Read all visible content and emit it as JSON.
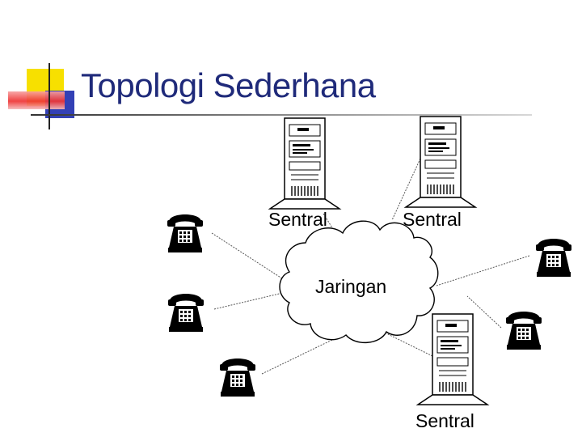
{
  "slide": {
    "title": "Topologi Sederhana",
    "title_color": "#1f2a7a"
  },
  "diagram": {
    "nodes": {
      "sentral_left": "Sentral",
      "sentral_right": "Sentral",
      "sentral_bottom": "Sentral",
      "network": "Jaringan"
    },
    "icons": {
      "server": "server-tower-icon",
      "telephone": "telephone-icon",
      "network": "cloud-icon"
    }
  },
  "colors": {
    "deco_yellow": "#f7e000",
    "deco_blue": "#3340b5",
    "deco_red": "#ee3333"
  }
}
